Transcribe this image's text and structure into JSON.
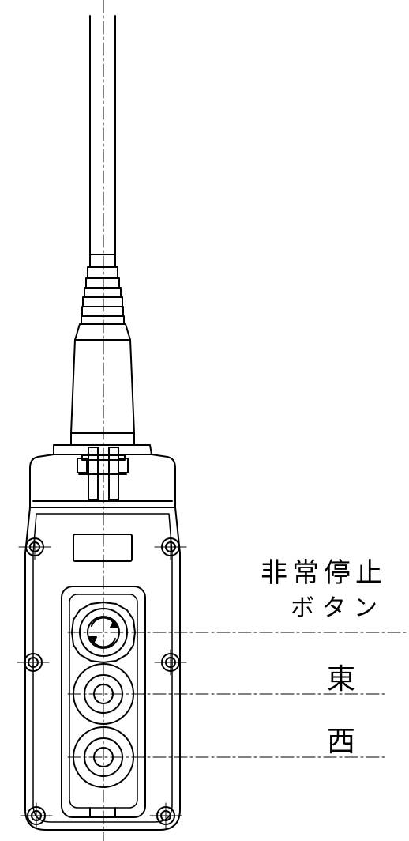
{
  "labels": {
    "emergency_stop_line1": "非常停止",
    "emergency_stop_line2": "ボタン",
    "east": "東",
    "west": "西"
  },
  "colors": {
    "line": "#000000",
    "background": "#ffffff"
  }
}
